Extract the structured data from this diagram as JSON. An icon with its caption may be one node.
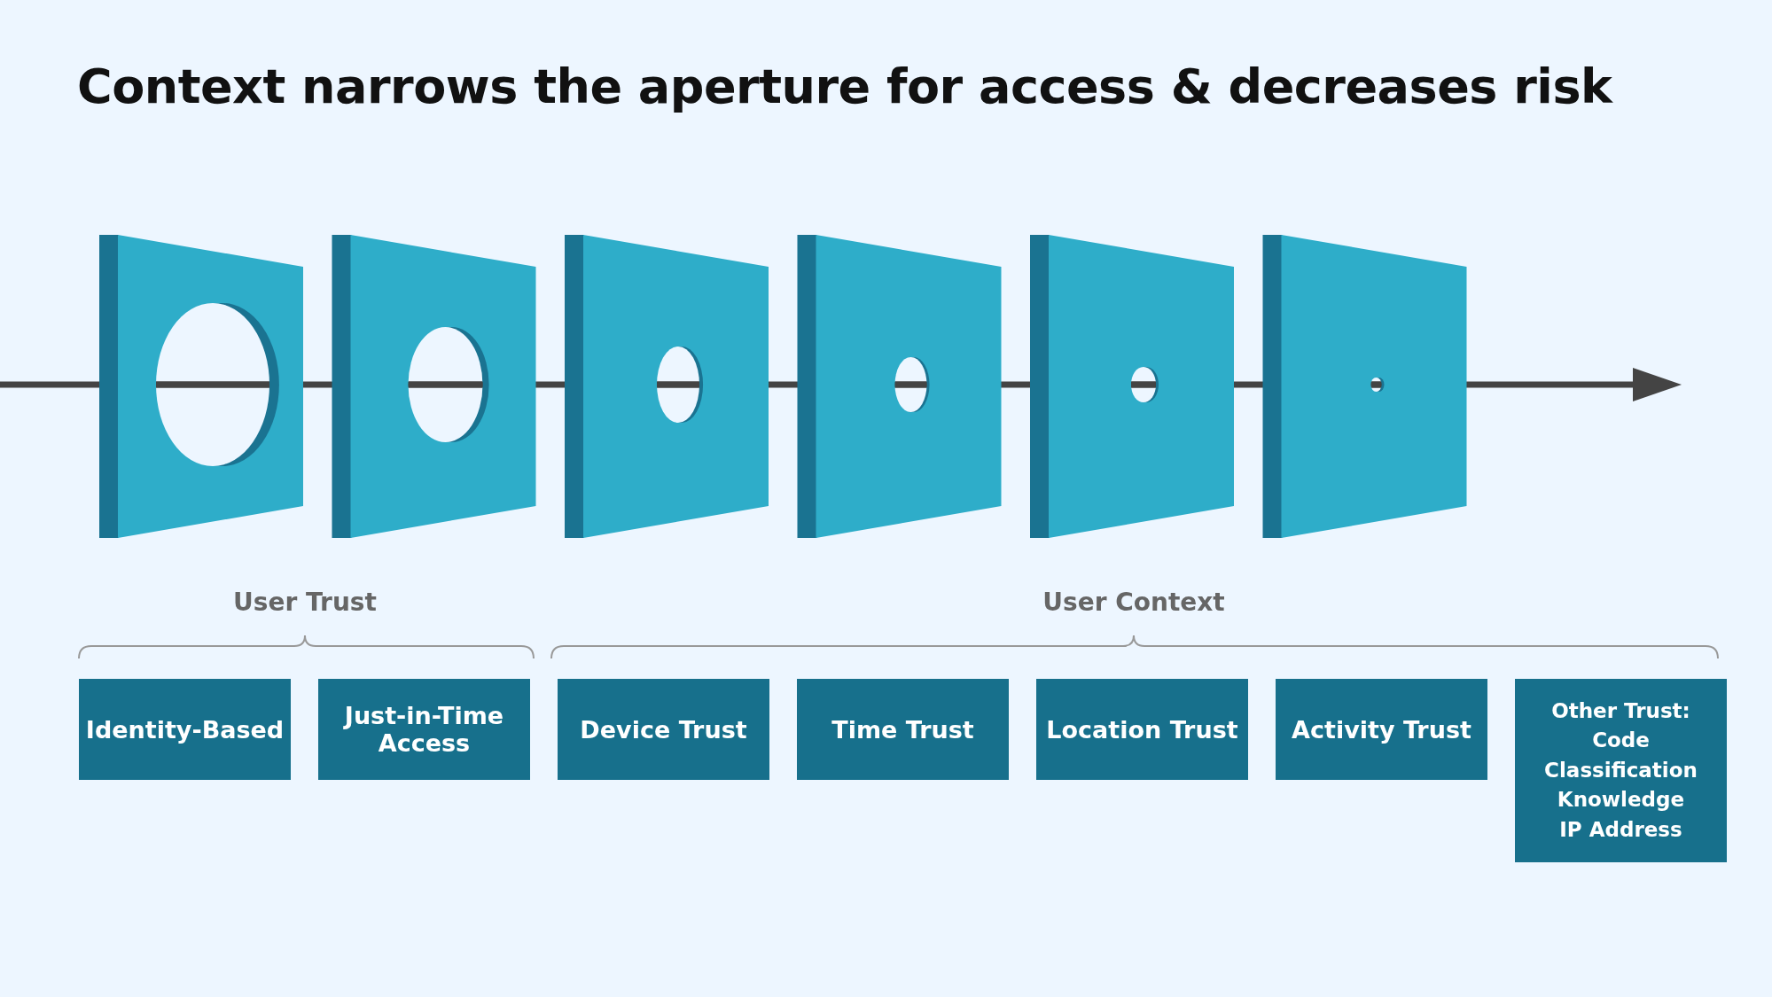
{
  "diagram": {
    "title": "Context narrows the aperture for access & decreases risk",
    "nodes": [
      {
        "text": [
          "Identity-Based"
        ]
      },
      {
        "text": [
          "Just-in-Time Access"
        ]
      },
      {
        "text": [
          "Device Trust"
        ]
      },
      {
        "text": [
          "Time Trust"
        ]
      },
      {
        "text": [
          "Location Trust"
        ]
      },
      {
        "text": [
          "Activity Trust"
        ]
      },
      {
        "text": [
          "Other Trust:",
          "Code",
          "Classification",
          "Knowledge",
          "IP Address"
        ]
      }
    ],
    "edges": [],
    "labels": [
      "User Trust",
      "User Context"
    ]
  }
}
